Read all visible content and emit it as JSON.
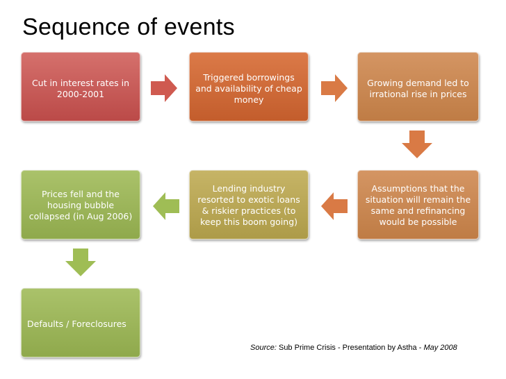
{
  "title": "Sequence of events",
  "boxes": {
    "b1": "Cut in interest rates in 2000-2001",
    "b2": "Triggered borrowings and availability of cheap money",
    "b3": "Growing demand led to irrational rise in prices",
    "b4": "Assumptions that the situation will remain the same and  refinancing would be possible",
    "b5": "Lending industry resorted to exotic loans & riskier practices (to keep this boom going)",
    "b6": "Prices fell and the housing bubble collapsed (in Aug 2006)",
    "b7": "Defaults / Foreclosures"
  },
  "source": {
    "label": "Source:",
    "text": " Sub Prime Crisis - Presentation by Astha - ",
    "date": "May 2008"
  },
  "colors": {
    "red": "#c65a57",
    "orange": "#cf6a38",
    "tan": "#c98952",
    "olive": "#b9a856",
    "green": "#9cb55a",
    "arrow_red": "#cf5a50",
    "arrow_orange": "#d97a45",
    "arrow_green": "#9fbd55"
  },
  "icons": [
    "arrow-right-icon",
    "arrow-down-icon",
    "arrow-left-icon"
  ]
}
